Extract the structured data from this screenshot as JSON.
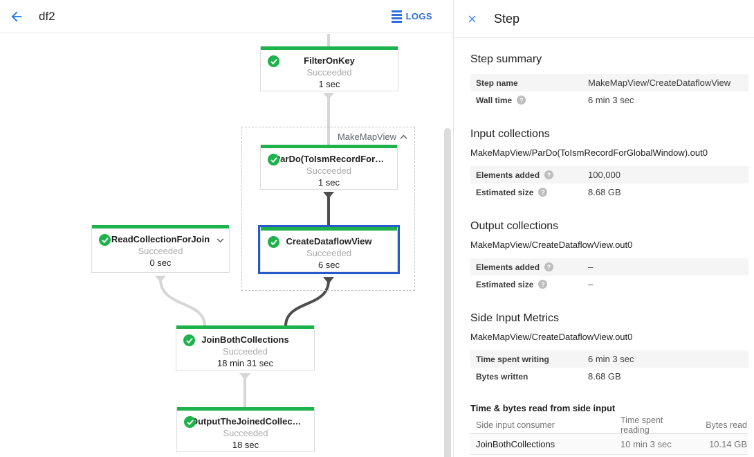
{
  "toolbar": {
    "title": "df2",
    "logs_label": "LOGS"
  },
  "graph": {
    "group_label": "MakeMapView",
    "nodes": [
      {
        "title": "FilterOnKey",
        "status": "Succeeded",
        "time": "1 sec"
      },
      {
        "title": "ParDo(ToIsmRecordFor…",
        "status": "Succeeded",
        "time": "1 sec"
      },
      {
        "title": "CreateDataflowView",
        "status": "Succeeded",
        "time": "6 sec"
      },
      {
        "title": "ReadCollectionForJoin",
        "status": "Succeeded",
        "time": "0 sec"
      },
      {
        "title": "JoinBothCollections",
        "status": "Succeeded",
        "time": "18 min 31 sec"
      },
      {
        "title": "OutputTheJoinedCollec…",
        "status": "Succeeded",
        "time": "18 sec"
      }
    ],
    "colors": {
      "succeeded_green": "#1db24b",
      "selected_blue": "#2659cc",
      "edge_light": "#d6d6d6",
      "edge_dark": "#4e4e4e"
    }
  },
  "panel": {
    "title": "Step",
    "step_summary": {
      "heading": "Step summary",
      "rows": [
        {
          "label": "Step name",
          "value": "MakeMapView/CreateDataflowView"
        },
        {
          "label": "Wall time",
          "value": "6 min 3 sec"
        }
      ]
    },
    "input_collections": {
      "heading": "Input collections",
      "collection": "MakeMapView/ParDo(ToIsmRecordForGlobalWindow).out0",
      "rows": [
        {
          "label": "Elements added",
          "value": "100,000"
        },
        {
          "label": "Estimated size",
          "value": "8.68 GB"
        }
      ]
    },
    "output_collections": {
      "heading": "Output collections",
      "collection": "MakeMapView/CreateDataflowView.out0",
      "rows": [
        {
          "label": "Elements added",
          "value": "–"
        },
        {
          "label": "Estimated size",
          "value": "–"
        }
      ]
    },
    "side_input_metrics": {
      "heading": "Side Input Metrics",
      "collection": "MakeMapView/CreateDataflowView.out0",
      "rows": [
        {
          "label": "Time spent writing",
          "value": "6 min 3 sec"
        },
        {
          "label": "Bytes written",
          "value": "8.68 GB"
        }
      ]
    },
    "side_input_table": {
      "heading": "Time & bytes read from side input",
      "columns": [
        "Side input consumer",
        "Time spent reading",
        "Bytes read"
      ],
      "rows": [
        {
          "consumer": "JoinBothCollections",
          "time": "10 min 3 sec",
          "bytes": "10.14 GB"
        }
      ]
    }
  }
}
